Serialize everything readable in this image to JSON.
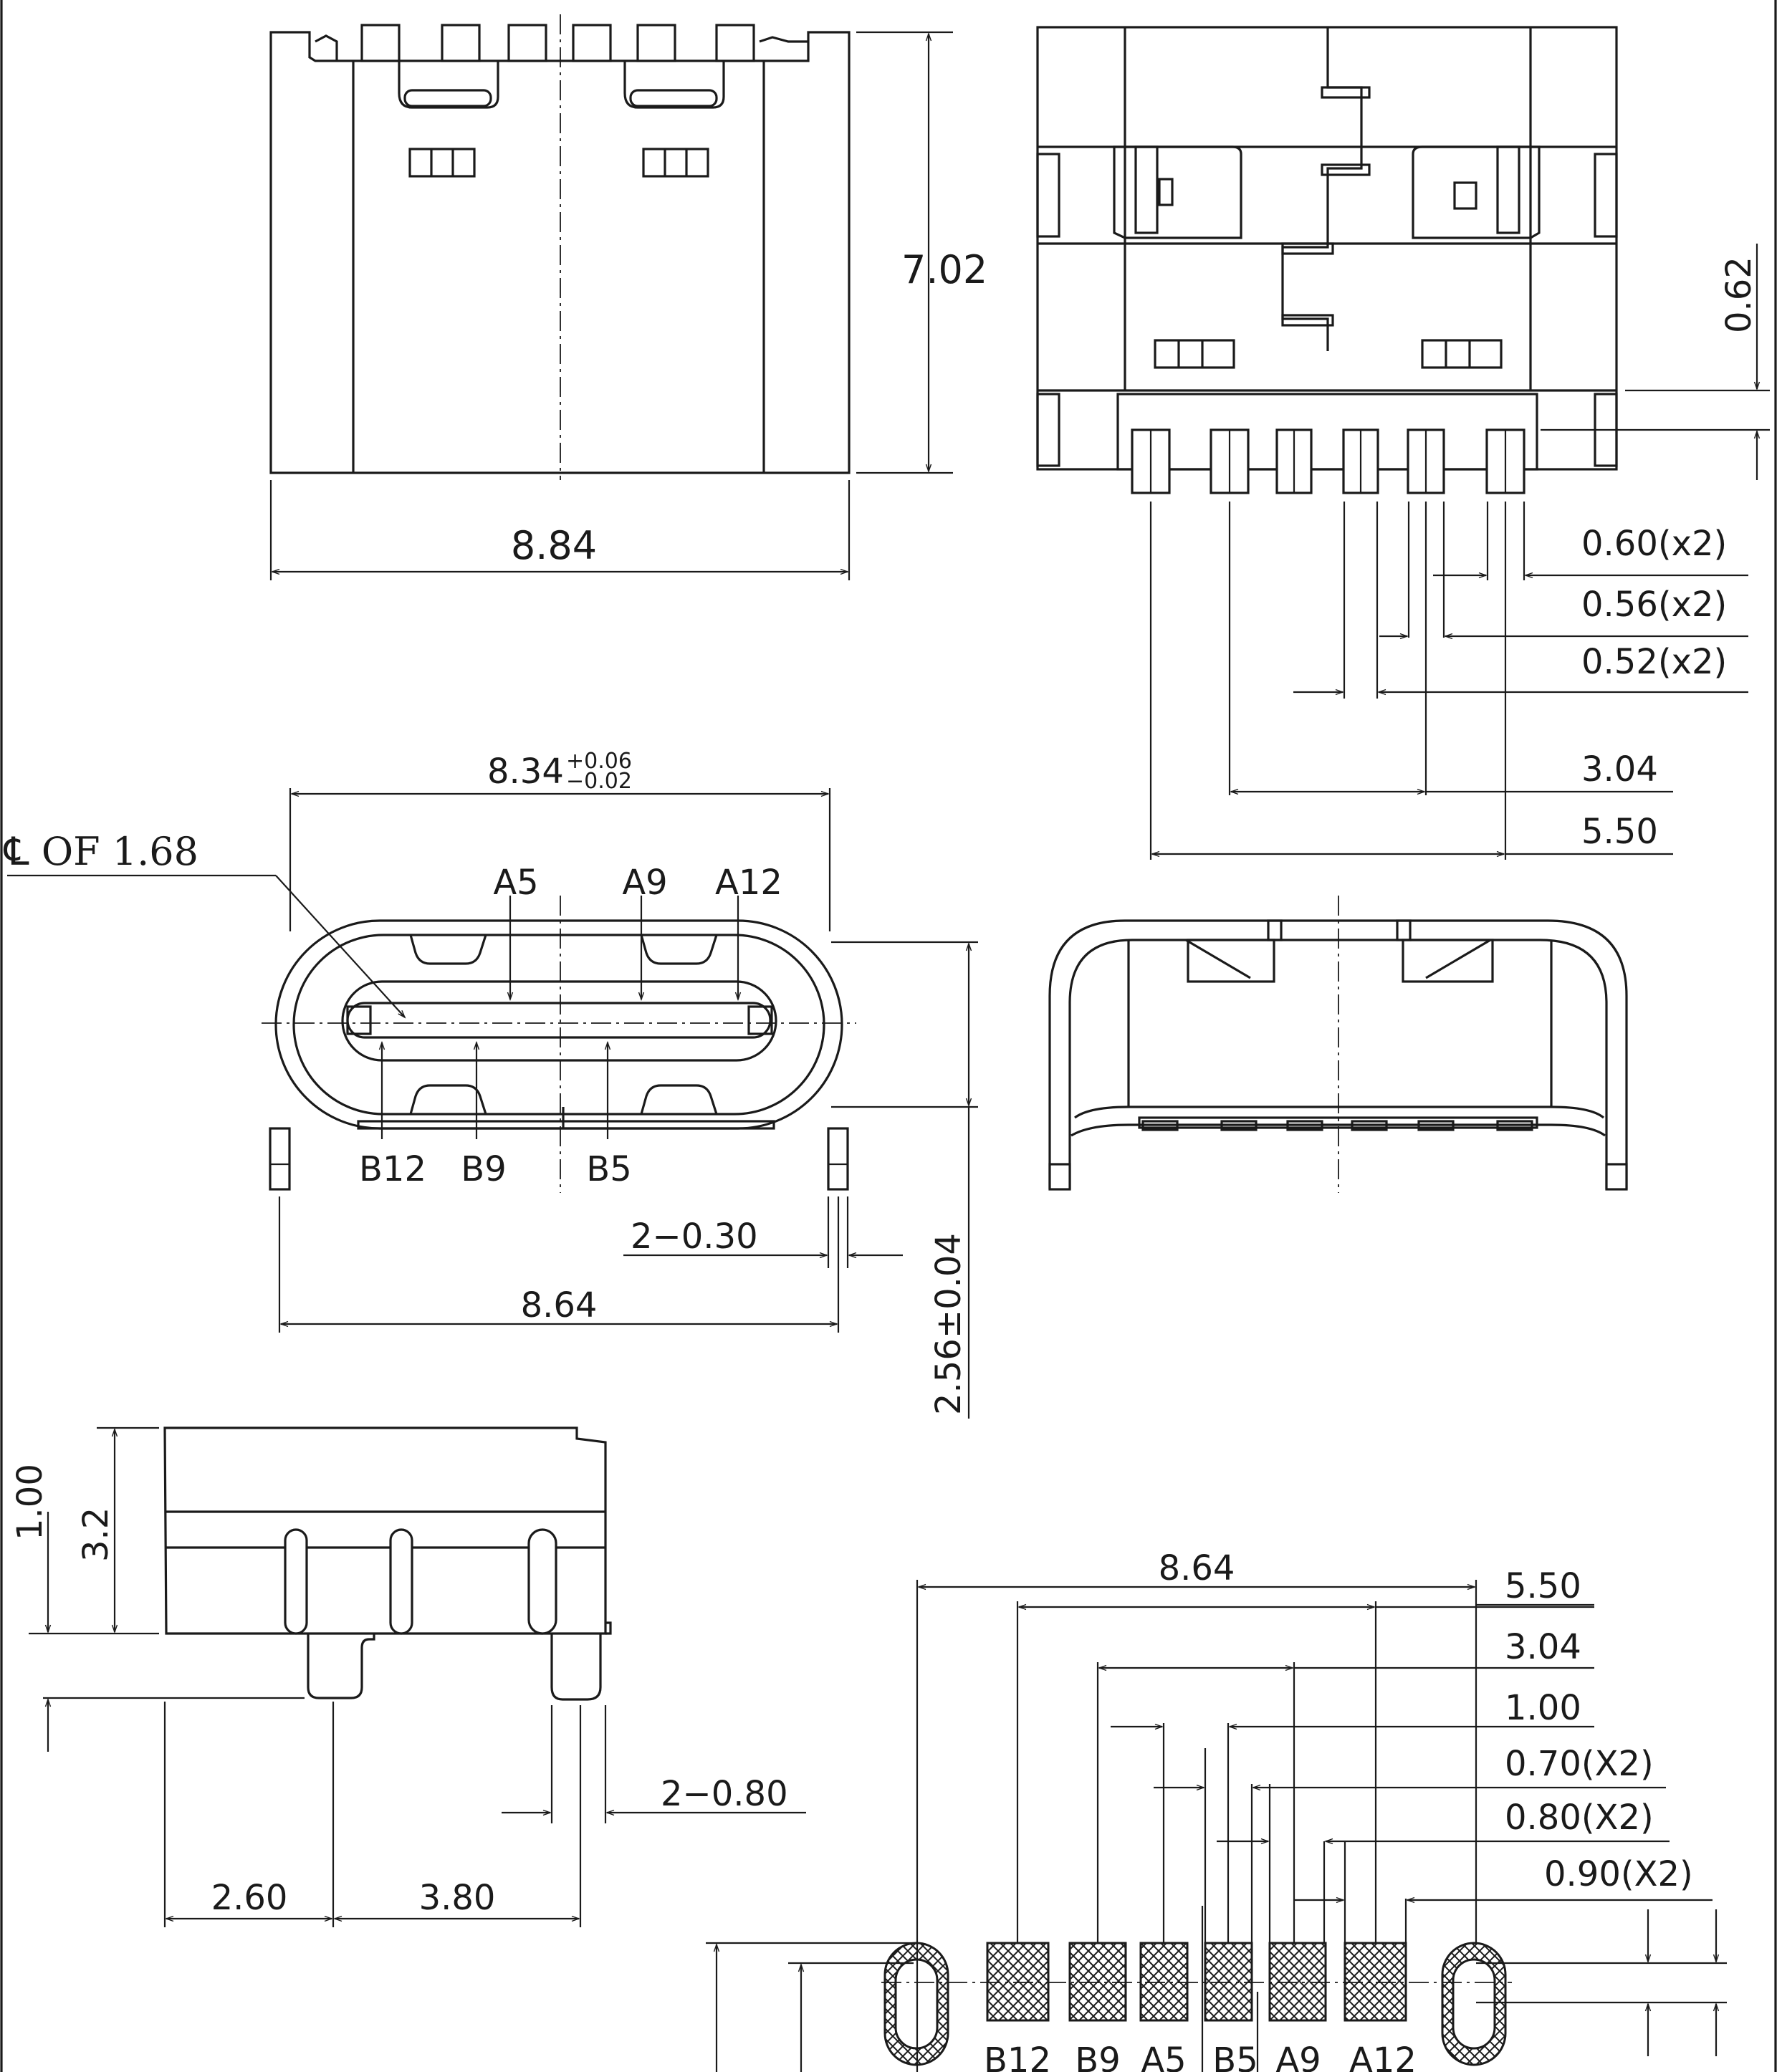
{
  "views": {
    "top_view": {
      "width": "8.84",
      "height": "7.02"
    },
    "rear_view": {
      "offset": "0.62",
      "pin_dims": [
        "0.60(x2)",
        "0.56(x2)",
        "0.52(x2)",
        "3.04",
        "5.50"
      ]
    },
    "front_view": {
      "opening_width_base": "8.34",
      "opening_tol_plus": "+0.06",
      "opening_tol_minus": "−0.02",
      "centerline_note": "℄ OF 1.68",
      "pins_top": [
        "A5",
        "A9",
        "A12"
      ],
      "pins_bottom": [
        "B12",
        "B9",
        "B5"
      ],
      "tab_width": "2−0.30",
      "tab_span": "8.64",
      "height": "2.56±0.04"
    },
    "side_view": {
      "dim_1": "1.00",
      "dim_2": "3.2",
      "leg_width": "2−0.80",
      "dim_left": "2.60",
      "dim_mid": "3.80"
    },
    "footprint": {
      "dims": [
        "8.64",
        "5.50",
        "3.04",
        "1.00",
        "0.70(X2)",
        "0.80(X2)",
        "0.90(X2)"
      ],
      "pad_labels": [
        "B12",
        "B9",
        "A5",
        "B5",
        "A9",
        "A12"
      ]
    }
  }
}
